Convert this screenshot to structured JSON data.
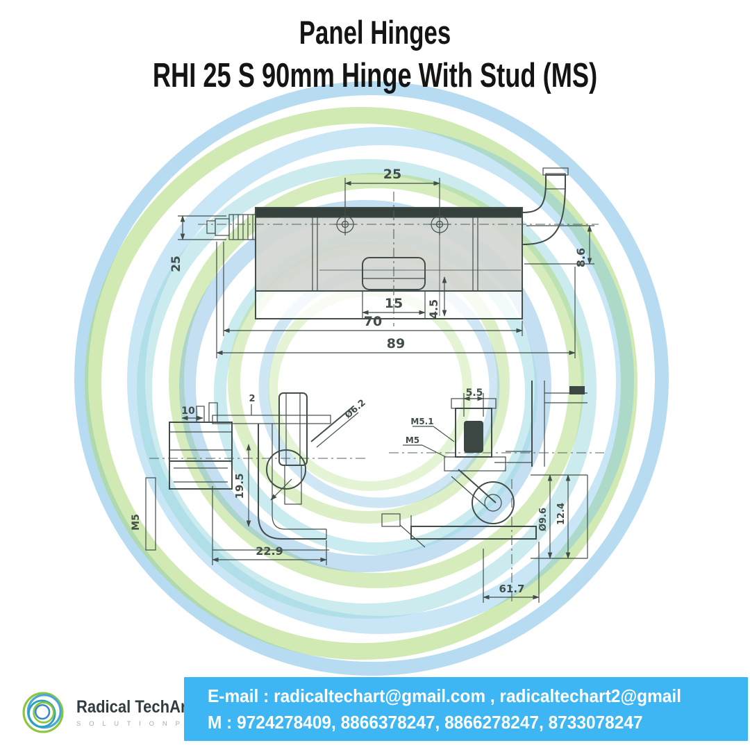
{
  "title": {
    "line1": "Panel Hinges",
    "line2": "RHI 25 S 90mm Hinge With Stud (MS)"
  },
  "drawing": {
    "front_view": {
      "dim_hole_spacing": "25",
      "dim_pin_size": "25",
      "dim_stud_offset": "8.6",
      "dim_slot_width": "15",
      "dim_slot_depth": "4.5",
      "dim_body_width": "70",
      "dim_overall_width": "89"
    },
    "side_view": {
      "dim_tab_width": "10",
      "dim_plate_thickness": "2",
      "thread_label": "M5",
      "stud_label": "Ø6.2",
      "dim_bracket_height": "19.5",
      "dim_base_width": "22.9"
    },
    "rear_view": {
      "dim_stud_width": "5.5",
      "leader_label_1": "M5.1",
      "leader_label_2": "M5",
      "dim_hole_dia": "Ø9.6",
      "dim_plate_height": "12.4",
      "dim_base_width": "61.7"
    }
  },
  "footer": {
    "logo_text": "Radical TechArt",
    "logo_subtext": "S O L U T I O N   P V T . L T D .",
    "contact_email_line": "E-mail : radicaltechart@gmail.com , radicaltechart2@gmail",
    "contact_phone_line": "M : 9724278409, 8866378247, 8866278247, 8733078247"
  },
  "colors": {
    "contact_box_blue": "#3db6f3",
    "ring_green": "#9ccd62",
    "ring_blue": "#66aede",
    "ring_cyan": "#8fd2da",
    "logo_green": "#8cc63f",
    "logo_blue": "#3a86c8"
  }
}
